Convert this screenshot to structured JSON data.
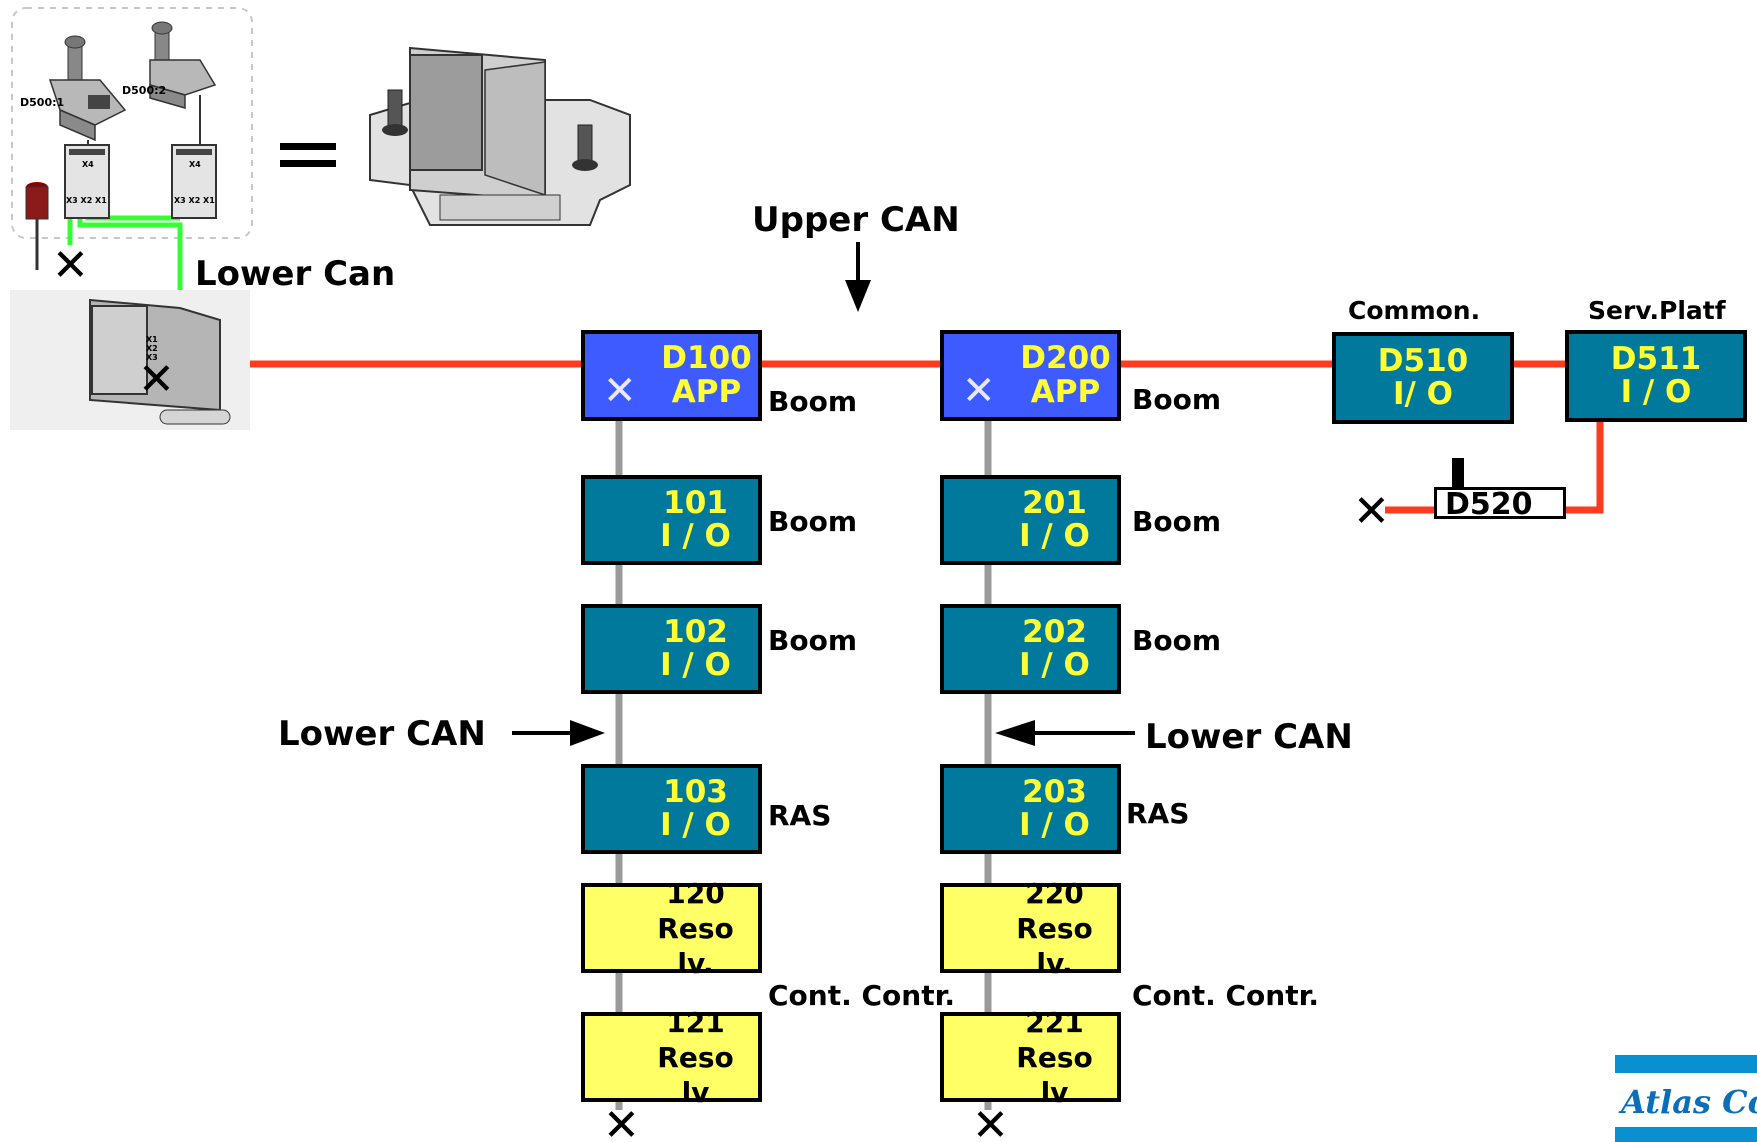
{
  "labels": {
    "lower_can_top": "Lower Can",
    "upper_can": "Upper CAN",
    "lower_can_left": "Lower CAN",
    "lower_can_right": "Lower CAN",
    "common": "Common.",
    "serv_platf": "Serv.Platf",
    "boom_d100": "Boom",
    "boom_d200": "Boom",
    "boom_101": "Boom",
    "boom_201": "Boom",
    "boom_102": "Boom",
    "boom_202": "Boom",
    "ras_103": "RAS",
    "ras_203": "RAS",
    "cont_contr_1": "Cont. Contr.",
    "cont_contr_2": "Cont. Contr.",
    "d500_1": "D500:1",
    "d500_2": "D500:2",
    "x4_a": "X4",
    "x4_b": "X4",
    "x321_a": "X3 X2 X1",
    "x321_b": "X3 X2 X1",
    "x1": "X1",
    "x2": "X2",
    "x3": "X3"
  },
  "modules": {
    "d100": {
      "line1": "D100",
      "line2": "APP",
      "mark": "✕"
    },
    "d200": {
      "line1": "D200",
      "line2": "APP",
      "mark": "✕"
    },
    "d510": {
      "line1": "D510",
      "line2": "I/ O"
    },
    "d511": {
      "line1": "D511",
      "line2": "I / O"
    },
    "m101": {
      "line1": "101",
      "line2": "I / O"
    },
    "m201": {
      "line1": "201",
      "line2": "I / O"
    },
    "m102": {
      "line1": "102",
      "line2": "I / O"
    },
    "m202": {
      "line1": "202",
      "line2": "I / O"
    },
    "m103": {
      "line1": "103",
      "line2": "I / O"
    },
    "m203": {
      "line1": "203",
      "line2": "I / O"
    },
    "m120": {
      "line1": "120",
      "line2": "Reso",
      "line3": "lv."
    },
    "m220": {
      "line1": "220",
      "line2": "Reso",
      "line3": "lv."
    },
    "m121": {
      "line1": "121",
      "line2": "Reso",
      "line3": "lv"
    },
    "m221": {
      "line1": "221",
      "line2": "Reso",
      "line3": "lv"
    },
    "d520": {
      "label": "D520"
    }
  },
  "marks": {
    "terminator": "✕"
  },
  "logo": {
    "text": "Atlas Cop"
  },
  "colors": {
    "upper_can_wire": "#ff3b1f",
    "lower_can_wire": "#9a9a9a",
    "green_wire": "#33ff33",
    "app_module": "#3d5bff",
    "io_module": "#00799c",
    "resolver_module": "#ffff66",
    "module_text": "#ffff33",
    "logo_blue": "#0a8fd0"
  }
}
